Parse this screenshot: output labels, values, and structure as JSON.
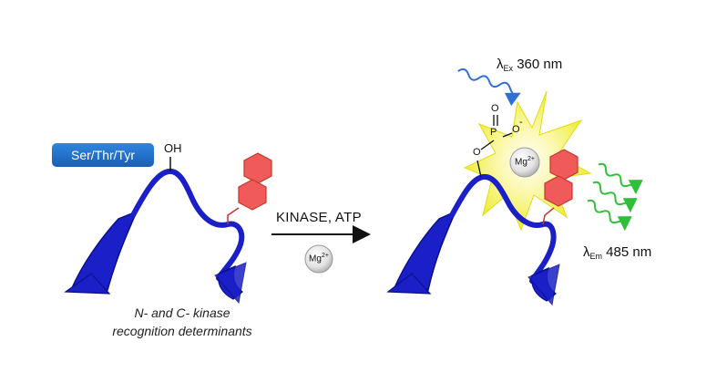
{
  "labels": {
    "residue_badge": "Ser/Thr/Tyr",
    "hydroxyl": "OH",
    "caption_line1": "N- and C- kinase",
    "caption_line2": "recognition determinants",
    "reaction": "KINASE, ATP",
    "mg_ion": "Mg",
    "mg_charge": "2+",
    "phosphate_o1": "O",
    "phosphate_o2": "O",
    "phosphate_o3": "O",
    "phosphate_p": "P",
    "phosphate_charge": "-",
    "excitation_symbol": "λ",
    "excitation_sub": "Ex",
    "excitation_value": "360 nm",
    "emission_symbol": "λ",
    "emission_sub": "Em",
    "emission_value": "485 nm"
  },
  "colors": {
    "protein": "#1a1fc7",
    "badge": "#2a77d4",
    "fluorophore": "#f05a5a",
    "burst": "#f6f23a",
    "excitation_wave": "#2f6fd6",
    "emission_wave": "#2fbf3a",
    "linker": "#c0392b"
  }
}
